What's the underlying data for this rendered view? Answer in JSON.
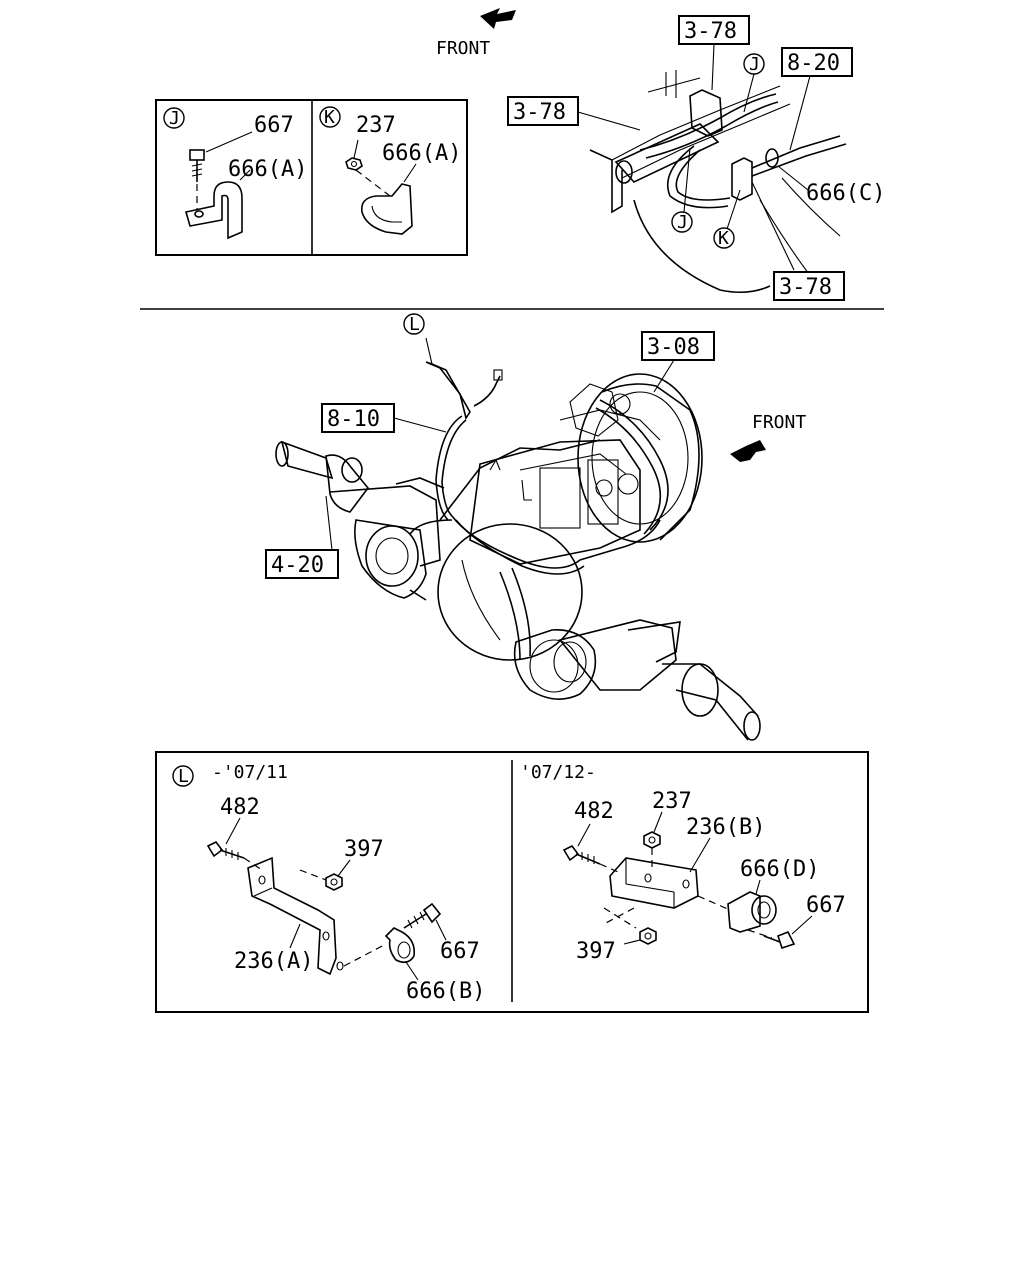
{
  "front_top": "FRONT",
  "front_mid": "FRONT",
  "detail_j": {
    "tag": "J",
    "parts": [
      "667",
      "666(A)"
    ]
  },
  "detail_k": {
    "tag": "K",
    "parts": [
      "237",
      "666(A)"
    ]
  },
  "top_view": {
    "refs": [
      "3-78",
      "3-78",
      "8-20",
      "3-78"
    ],
    "callouts": [
      "J",
      "J",
      "K"
    ],
    "parts": [
      "666(C)"
    ]
  },
  "main_view": {
    "tag": "L",
    "refs": [
      "3-08",
      "8-10",
      "4-20"
    ]
  },
  "detail_l_old": {
    "tag": "L",
    "period": "-'07/11",
    "parts": [
      "482",
      "397",
      "236(A)",
      "667",
      "666(B)"
    ]
  },
  "detail_l_new": {
    "period": "'07/12-",
    "parts": [
      "482",
      "237",
      "236(B)",
      "666(D)",
      "667",
      "397"
    ]
  },
  "colors": {
    "line": "#000000",
    "background": "#ffffff"
  }
}
